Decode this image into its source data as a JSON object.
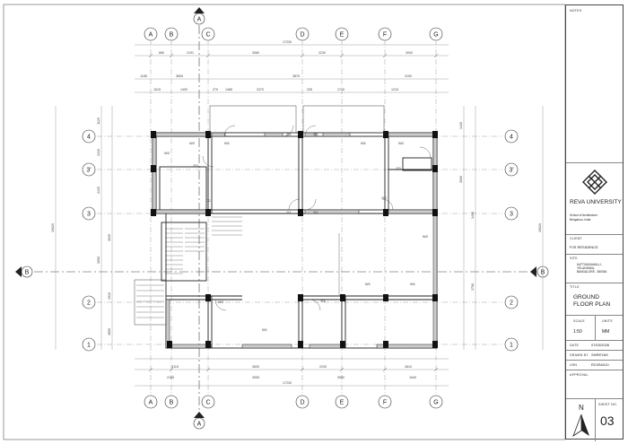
{
  "drawing": {
    "grid_columns": [
      "A",
      "B",
      "C",
      "D",
      "E",
      "F",
      "G"
    ],
    "grid_rows": [
      "4",
      "3'",
      "3",
      "2",
      "1"
    ],
    "section_marks": [
      "A",
      "B"
    ],
    "overall_width": "17230",
    "top_dims_row1": [
      "880",
      "2191",
      "3080",
      "2230",
      "3000"
    ],
    "top_dims_row2": [
      "1185",
      "3605",
      "3875",
      "3190"
    ],
    "top_dims_row3": [
      "1515",
      "1400",
      "270",
      "1485",
      "2370",
      "205",
      "1715",
      "1215"
    ],
    "bottom_dims_row1": [
      "3115",
      "3630",
      "2230",
      "2810"
    ],
    "bottom_dims_row2": [
      "2165",
      "3995",
      "3500",
      "1640"
    ],
    "left_dims": [
      "1120",
      "1310",
      "2415",
      "3000",
      "3635",
      "1510",
      "3805"
    ],
    "left_total": "10620",
    "right_dims": [
      "1430",
      "3000",
      "1495",
      "3790"
    ],
    "right_total": "10620",
    "room_tags": [
      "W2",
      "W1",
      "D1",
      "D1",
      "W1",
      "W2",
      "D3",
      "W2",
      "D2",
      "D1",
      "D1",
      "D3",
      "D2",
      "W2",
      "W1",
      "W1",
      "M3",
      "D4",
      "W1"
    ]
  },
  "titleblock": {
    "notes_label": "NOTES",
    "logo_name": "REVA UNIVERSITY",
    "logo_sub": "School of Architecture",
    "logo_city": "Bengaluru, India",
    "client_label": "CLIENT",
    "client_value": "PJS RESIDENCE",
    "site_label": "SITE",
    "site_value_1": "KATTIGANAHALLI,",
    "site_value_2": "YELAHANKA,",
    "site_value_3": "BANGALORE - 560064",
    "title_label": "TITLE",
    "title_line1": "GROUND",
    "title_line2": "FLOOR PLAN",
    "scale_label": "SCALE",
    "scale_value": "1:50",
    "units_label": "UNITS",
    "units_value": "MM",
    "date_label": "DATE",
    "date_value": "07/03/2026",
    "drawn_label": "DRAWN BY",
    "drawn_value": "SHREYAS",
    "usn_label": "USN",
    "usn_value": "R21RA010",
    "approval_label": "APPROVAL",
    "north_label": "N",
    "sheet_label": "SHEET NO.",
    "sheet_value": "03"
  }
}
